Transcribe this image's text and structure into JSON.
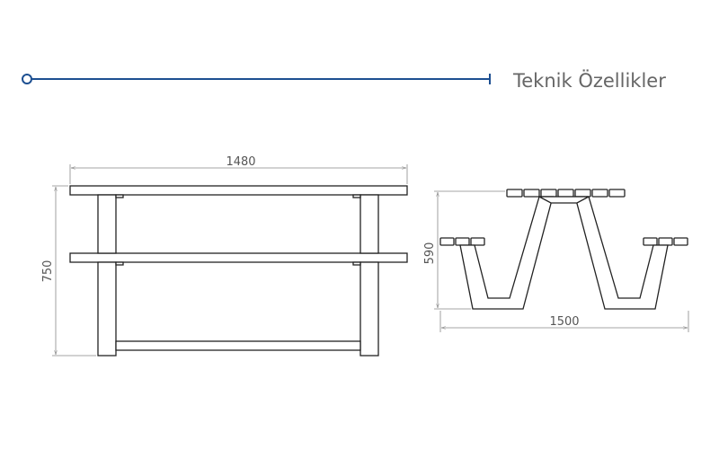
{
  "header": {
    "title": "Teknik Özellikler",
    "accent_color": "#1d4f91"
  },
  "front_view": {
    "width_label": "1480",
    "height_label": "750"
  },
  "side_view": {
    "width_label": "1500",
    "height_label": "590"
  }
}
